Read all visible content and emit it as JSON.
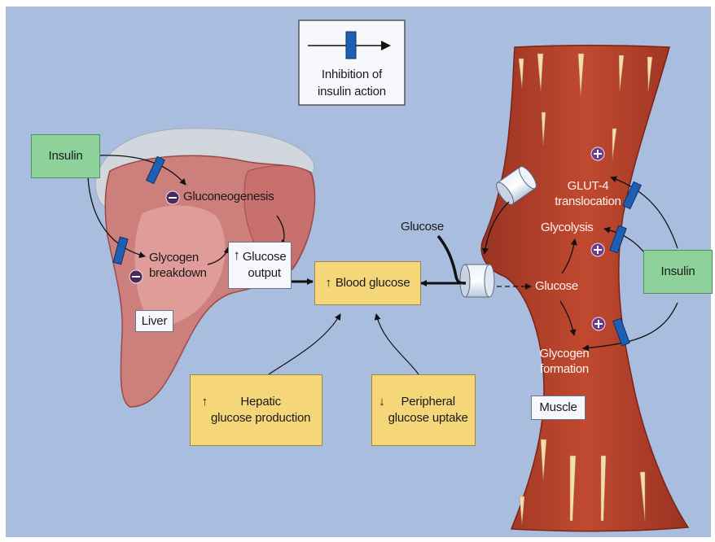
{
  "legend": {
    "text": "Inhibition of\ninsulin action"
  },
  "liver": {
    "insulin_label": "Insulin",
    "gluconeogenesis": "Gluconeogenesis",
    "glycogen_breakdown": "Glycogen\nbreakdown",
    "glucose_output": "Glucose\noutput",
    "organ_label": "Liver"
  },
  "center": {
    "blood_glucose": "Blood glucose",
    "hepatic_production": "Hepatic\nglucose production",
    "peripheral_uptake": "Peripheral\nglucose uptake",
    "up_arrow": "↑",
    "down_arrow": "↓"
  },
  "muscle": {
    "glucose_top": "Glucose",
    "glut4": "GLUT-4\ntranslocation",
    "glycolysis": "Glycolysis",
    "glucose_inner": "Glucose",
    "glycogen_formation": "Glycogen\nformation",
    "insulin_label": "Insulin",
    "organ_label": "Muscle"
  },
  "colors": {
    "background": "#a9bede",
    "liver": "#cd7f7c",
    "muscle": "#b2402b",
    "insulin_box": "#8fd19a",
    "effect_box": "#f5d77a",
    "inhibitor": "#1f5fb3",
    "minus_sign": "#4a2a5a",
    "plus_sign": "#6a3b8a"
  },
  "icons": [
    "inhibition-bar-icon",
    "minus-circle-icon",
    "plus-circle-icon",
    "glucose-transporter-icon"
  ]
}
